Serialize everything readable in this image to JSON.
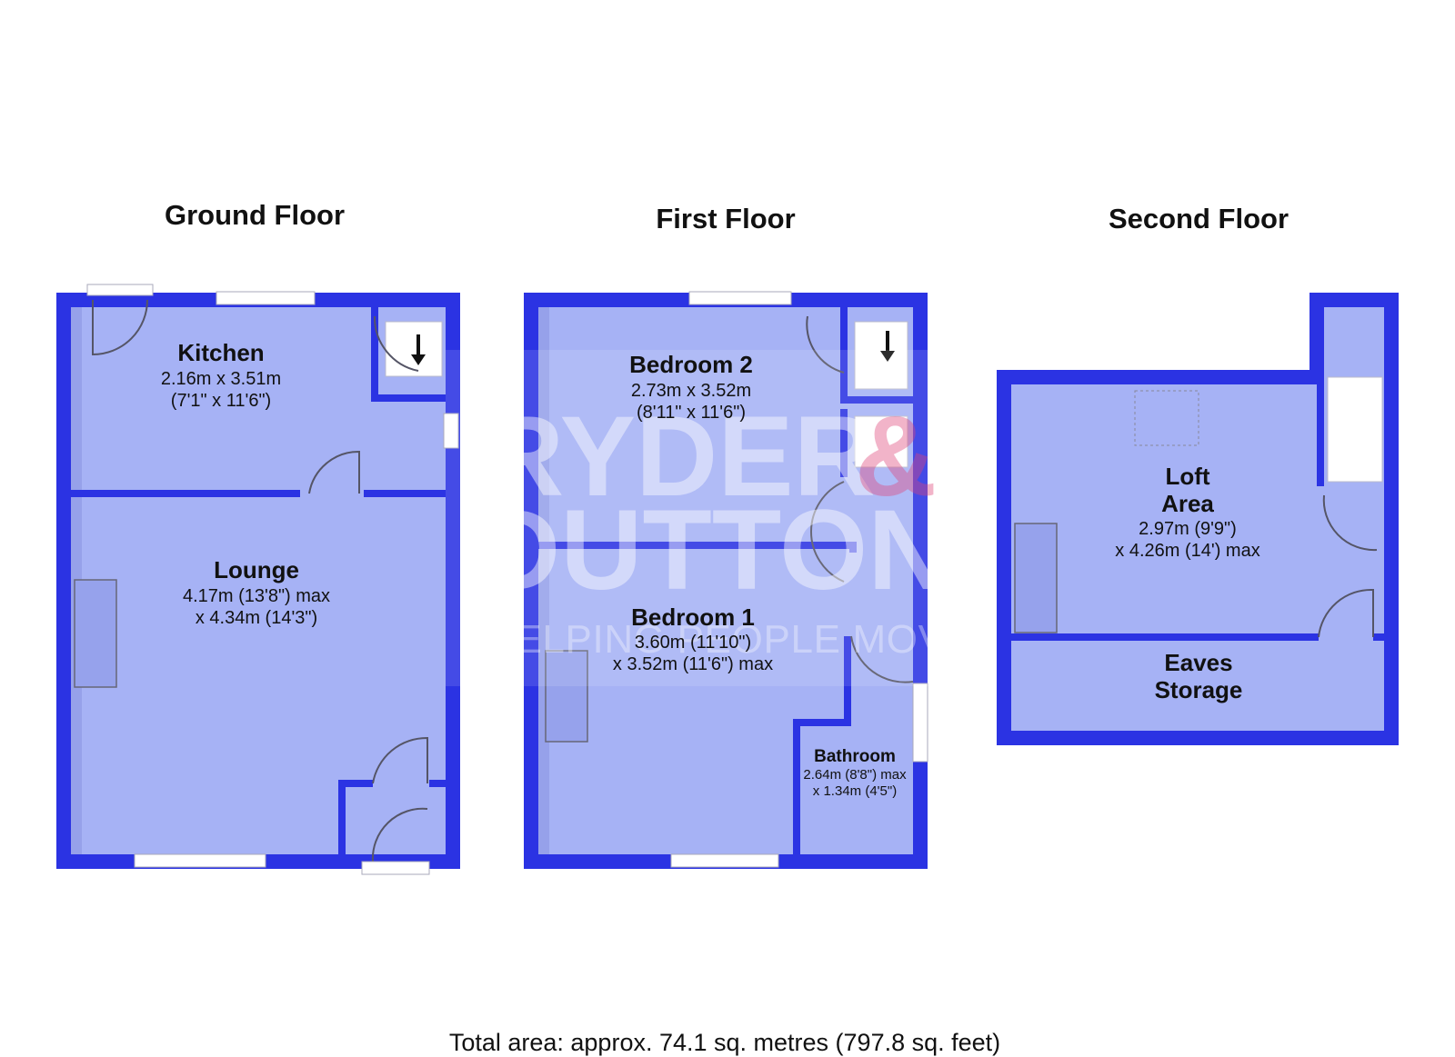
{
  "floors": {
    "ground": {
      "title": "Ground Floor",
      "kitchen": {
        "name": "Kitchen",
        "dim1": "2.16m x 3.51m",
        "dim2": "(7'1\" x 11'6\")"
      },
      "lounge": {
        "name": "Lounge",
        "dim1": "4.17m (13'8\") max",
        "dim2": "x 4.34m (14'3\")"
      }
    },
    "first": {
      "title": "First Floor",
      "bedroom2": {
        "name": "Bedroom 2",
        "dim1": "2.73m x 3.52m",
        "dim2": "(8'11\" x 11'6\")"
      },
      "bedroom1": {
        "name": "Bedroom 1",
        "dim1": "3.60m (11'10\")",
        "dim2": "x 3.52m (11'6\") max"
      },
      "bathroom": {
        "name": "Bathroom",
        "dim1": "2.64m (8'8\") max",
        "dim2": "x 1.34m (4'5\")"
      }
    },
    "second": {
      "title": "Second Floor",
      "loft": {
        "name1": "Loft",
        "name2": "Area",
        "dim1": "2.97m (9'9\")",
        "dim2": "x 4.26m (14') max"
      },
      "eaves": {
        "name1": "Eaves",
        "name2": "Storage"
      }
    }
  },
  "watermark": {
    "line1": "RYDER",
    "amp": "&",
    "line2": "DUTTON",
    "tagline": "HELPING PEOPLE MOVE"
  },
  "total_area": "Total area: approx. 74.1 sq. metres (797.8 sq. feet)",
  "colors": {
    "wall": "#2b33e3",
    "floor": "#a6b2f5",
    "accent": "#e0457a"
  }
}
